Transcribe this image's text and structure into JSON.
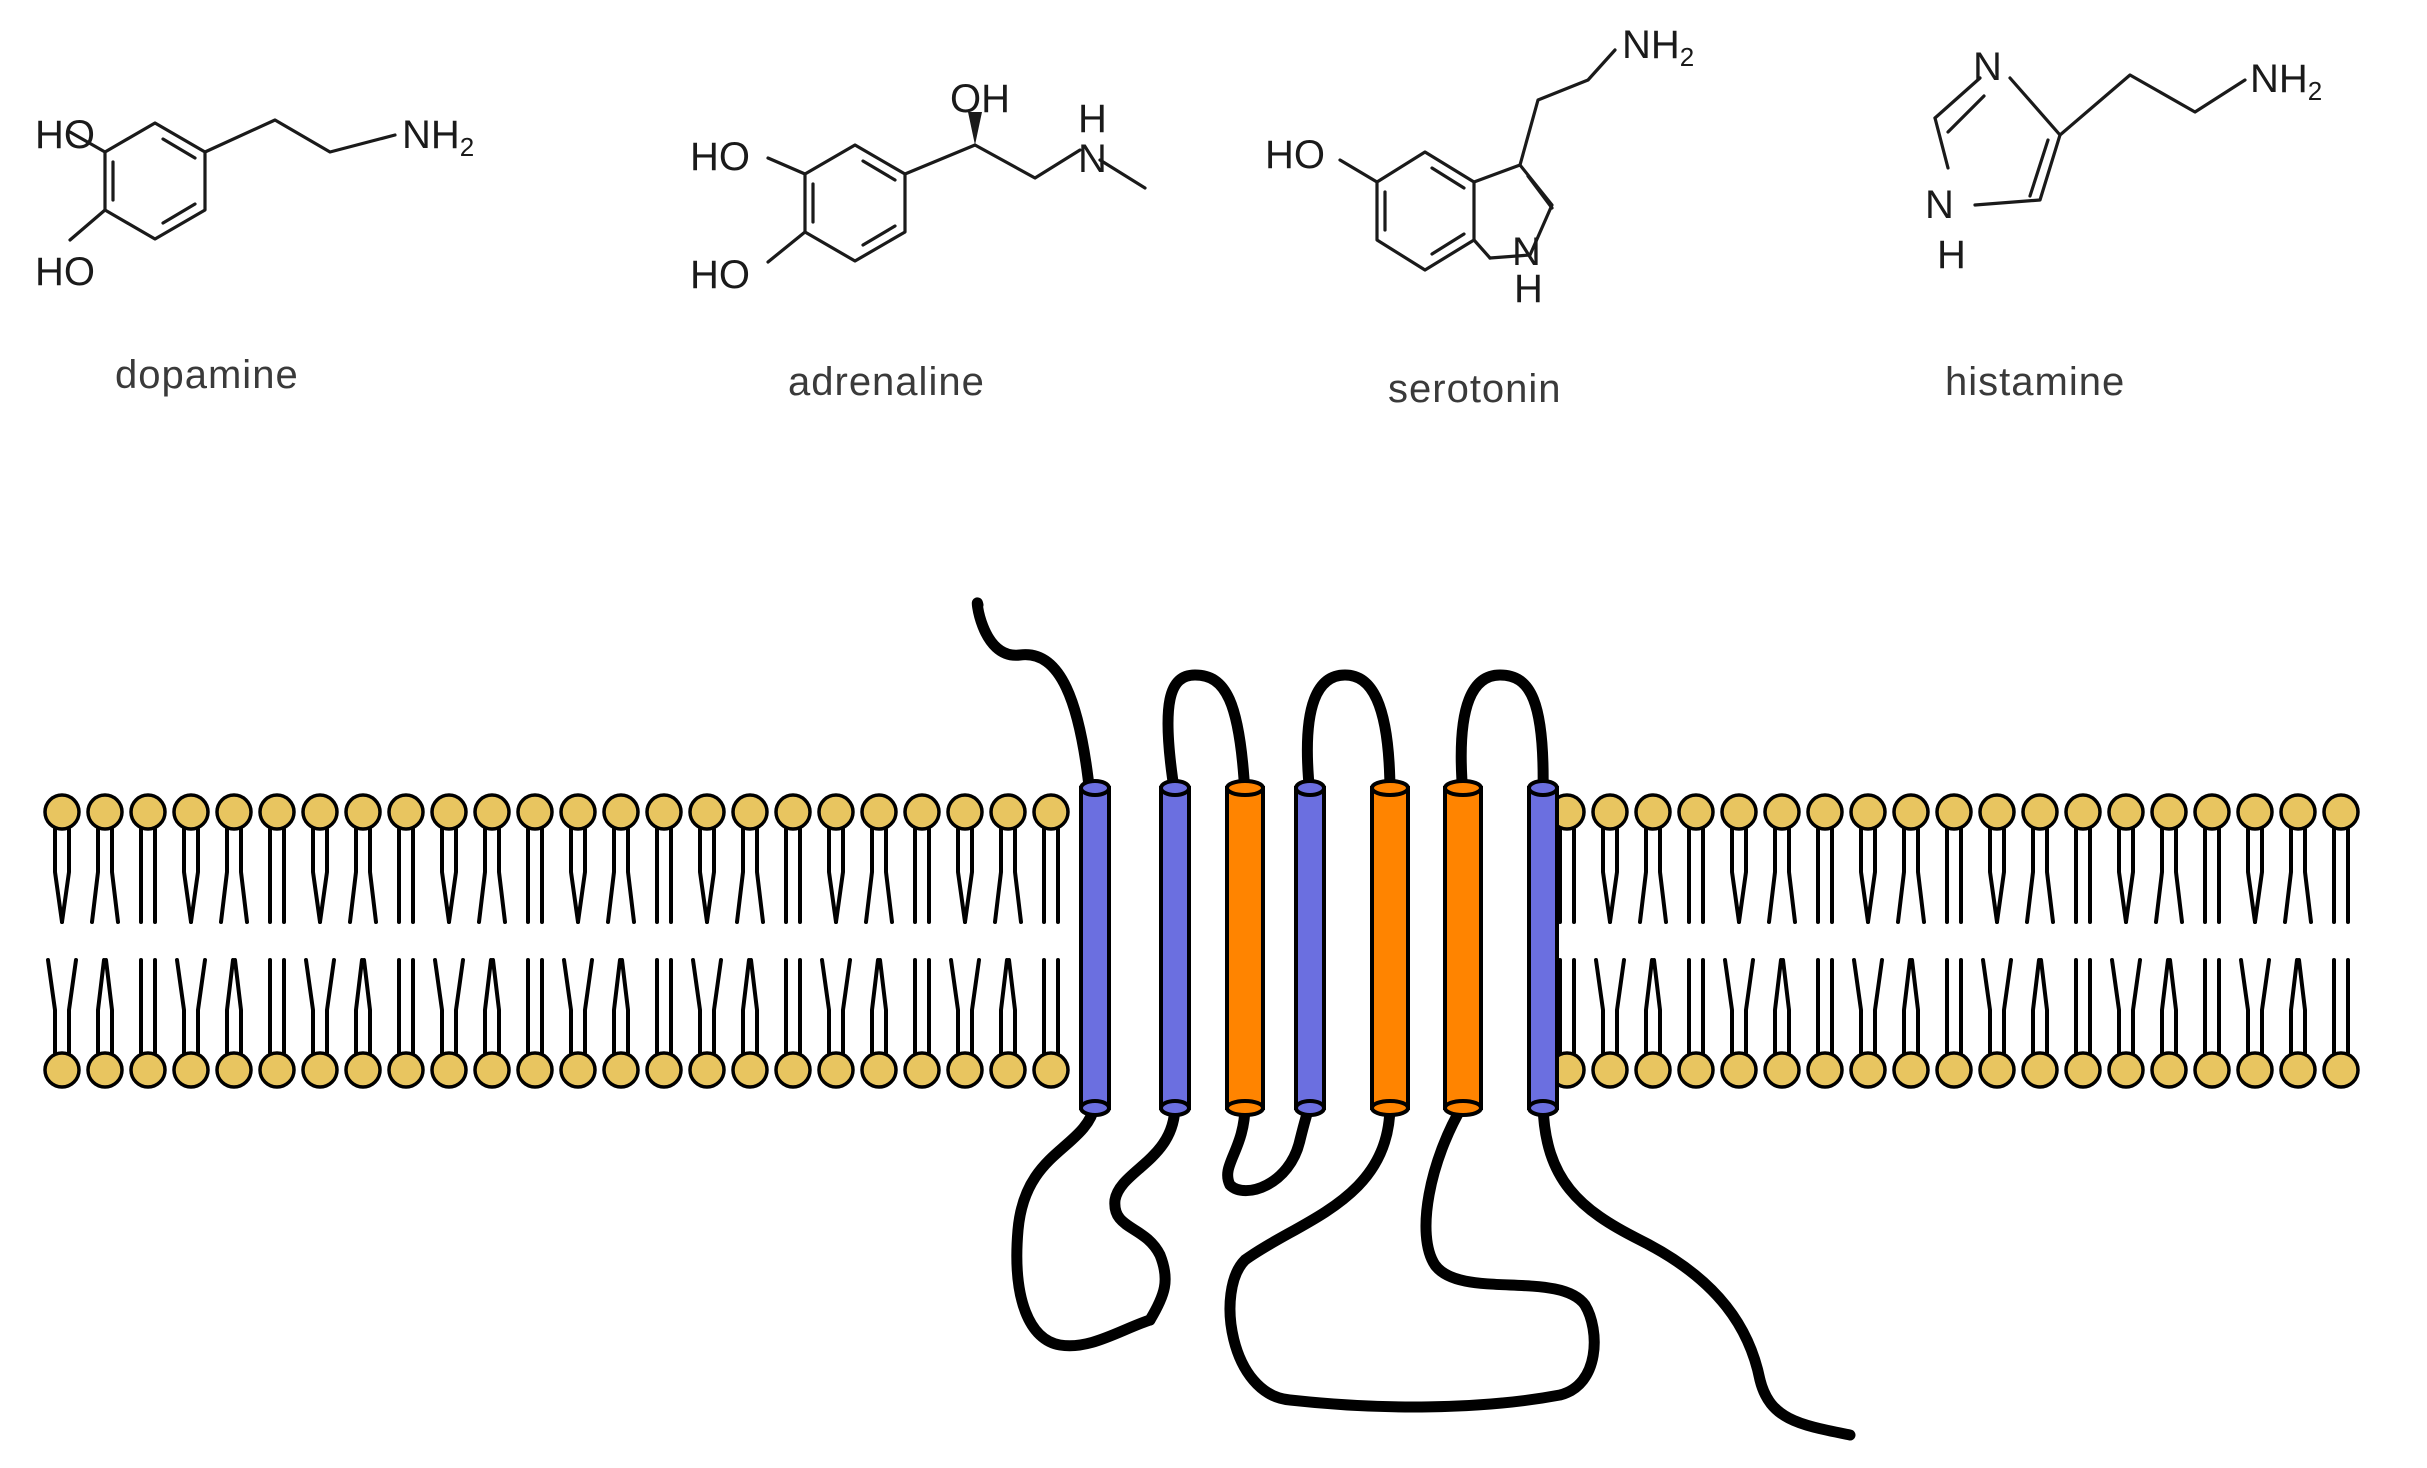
{
  "molecules": {
    "dopamine": {
      "name": "dopamine",
      "substituents": {
        "ho_top": "HO",
        "ho_bottom": "HO",
        "amine": "NH",
        "amine_sub": "2"
      }
    },
    "adrenaline": {
      "name": "adrenaline",
      "substituents": {
        "ho_top": "HO",
        "ho_bottom": "HO",
        "oh": "OH",
        "n": "N",
        "h": "H"
      }
    },
    "serotonin": {
      "name": "serotonin",
      "substituents": {
        "ho": "HO",
        "amine": "NH",
        "amine_sub": "2",
        "n": "N",
        "h": "H"
      }
    },
    "histamine": {
      "name": "histamine",
      "substituents": {
        "n_top": "N",
        "n_bottom": "N",
        "h": "H",
        "amine": "NH",
        "amine_sub": "2"
      }
    }
  },
  "membrane": {
    "head_color": "#e8c560",
    "tail_color": "#000000"
  },
  "receptor": {
    "helices": [
      {
        "id": "TM1",
        "color": "#6b6fe0"
      },
      {
        "id": "TM2",
        "color": "#6b6fe0"
      },
      {
        "id": "TM3",
        "color": "#ff8400"
      },
      {
        "id": "TM4",
        "color": "#6b6fe0"
      },
      {
        "id": "TM5",
        "color": "#ff8400"
      },
      {
        "id": "TM6",
        "color": "#ff8400"
      },
      {
        "id": "TM7",
        "color": "#6b6fe0"
      }
    ]
  }
}
